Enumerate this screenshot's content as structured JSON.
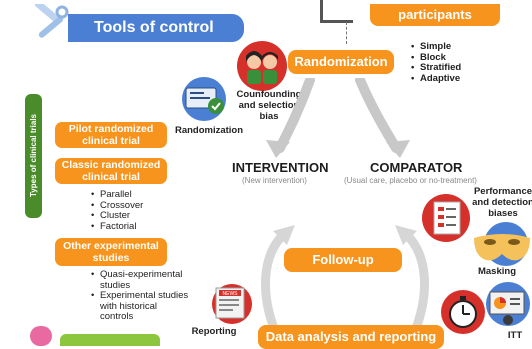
{
  "header": {
    "title": "Tools of control",
    "participants": "participants"
  },
  "randomization": {
    "label": "Randomization",
    "methods": [
      "Simple",
      "Block",
      "Stratified",
      "Adaptive"
    ],
    "confounding_caption": "Counfounding and selection bias",
    "screen_caption": "Randomization"
  },
  "sidebar": {
    "tab_label": "Types of clinical trials",
    "pilot": "Pilot randomized clinical trial",
    "classic": "Classic randomized clinical trial",
    "classic_items": [
      "Parallel",
      "Crossover",
      "Cluster",
      "Factorial"
    ],
    "other": "Other experimental studies",
    "other_items": [
      "Quasi-experimental studies",
      "Experimental studies with historical controls"
    ]
  },
  "arms": {
    "intervention_title": "INTERVENTION",
    "intervention_sub": "(New intervention)",
    "comparator_title": "COMPARATOR",
    "comparator_sub": "(Usual care, placebo or no-treatment)"
  },
  "process": {
    "follow_up": "Follow-up",
    "data_analysis": "Data analysis and reporting"
  },
  "right_panel": {
    "biases": "Performance and detection biases",
    "masking": "Masking",
    "itt": "ITT"
  },
  "bottom": {
    "reporting": "Reporting",
    "news_icon_text": "NEWS"
  },
  "colors": {
    "orange": "#f7941d",
    "blue": "#4a7fd4",
    "green": "#4a8c2a",
    "red": "#d6302a"
  }
}
